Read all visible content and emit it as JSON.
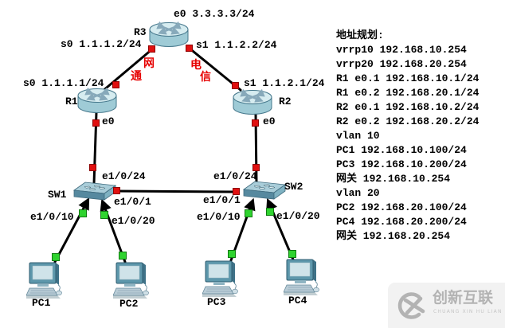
{
  "colors": {
    "background": "#ffffff",
    "cable": "#000000",
    "label_text": "#000000",
    "isp_text": "#e60000",
    "port_led_red": "#e01010",
    "port_led_green": "#2fd32f",
    "router_body": "#9fcbd6",
    "switch_body": "#56899f",
    "watermark_gray": "#b3b3b3"
  },
  "devices": {
    "r1": {
      "label": "R1"
    },
    "r2": {
      "label": "R2"
    },
    "r3": {
      "label": "R3"
    },
    "sw1": {
      "label": "SW1"
    },
    "sw2": {
      "label": "SW2"
    },
    "pc1": {
      "label": "PC1"
    },
    "pc2": {
      "label": "PC2"
    },
    "pc3": {
      "label": "PC3"
    },
    "pc4": {
      "label": "PC4"
    }
  },
  "interfaces": {
    "r3_e0": "e0 3.3.3.3/24",
    "r3_s0": "s0 1.1.1.2/24",
    "r3_s1": "s1 1.1.2.2/24",
    "r1_s0": "s0 1.1.1.1/24",
    "r2_s1": "s1 1.1.2.1/24",
    "r1_e0": "e0",
    "r2_e0": "e0",
    "sw1_uplink": "e1/0/24",
    "sw1_trunk": "e1/0/1",
    "sw1_access10": "e1/0/10",
    "sw1_access20": "e1/0/20",
    "sw2_uplink": "e1/0/24",
    "sw2_trunk": "e1/0/1",
    "sw2_access10": "e1/0/10",
    "sw2_access20": "e1/0/20"
  },
  "isp": {
    "left_char1": "网",
    "left_char2": "通",
    "right_char1": "电",
    "right_char2": "信"
  },
  "panel": {
    "title": "地址规划:",
    "lines": [
      "vrrp10 192.168.10.254",
      "vrrp20 192.168.20.254",
      "R1 e0.1 192.168.10.1/24",
      "R1 e0.2 192.168.20.1/24",
      "R2 e0.1 192.168.10.2/24",
      "R2 e0.2 192.168.20.2/24",
      "vlan 10",
      "PC1 192.168.10.100/24",
      "PC3 192.168.10.200/24",
      "网关 192.168.10.254",
      "vlan 20",
      "PC2 192.168.20.100/24",
      "PC4 192.168.20.200/24",
      "网关 192.168.20.254"
    ]
  },
  "watermark": {
    "brand": "创新互联",
    "subtitle": "CHUANG XIN HU LIAN"
  }
}
